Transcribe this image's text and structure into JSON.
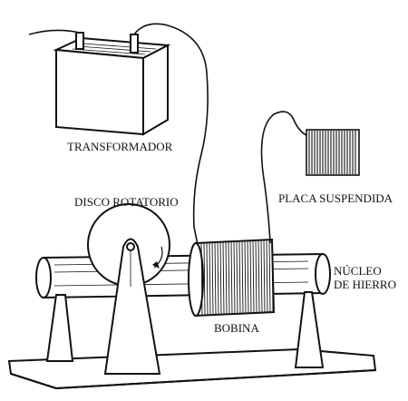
{
  "figure": {
    "labels": {
      "transformer": "TRANSFORMADOR",
      "rotating_disk": "DISCO ROTATORIO",
      "suspended_plate": "PLACA SUSPENDIDA",
      "iron_core_line1": "NÚCLEO",
      "iron_core_line2": "DE HIERRO",
      "coil": "BOBINA"
    }
  }
}
